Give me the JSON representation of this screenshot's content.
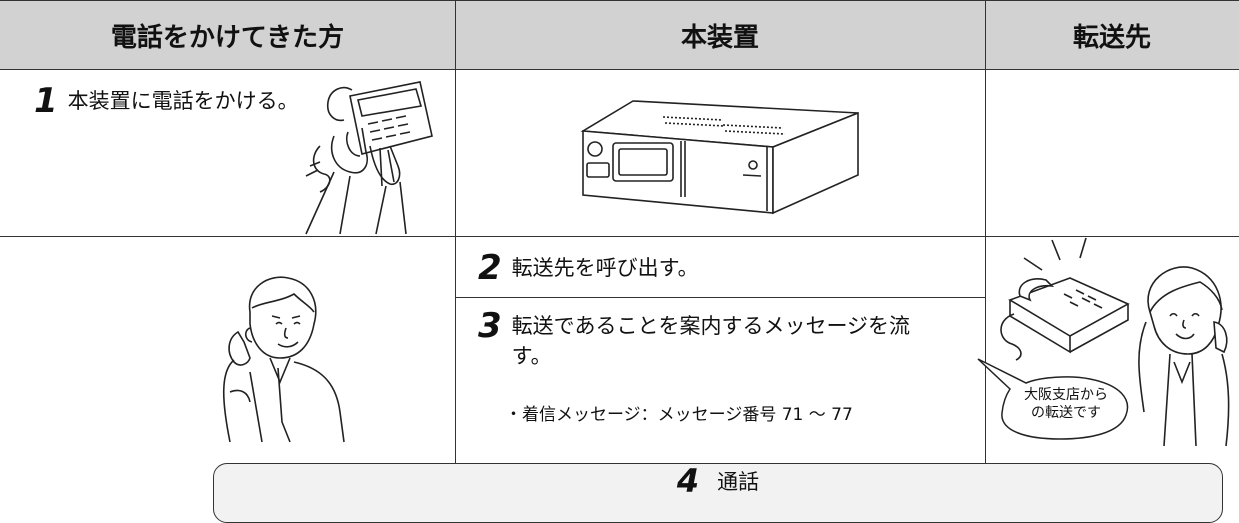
{
  "headers": {
    "caller": "電話をかけてきた方",
    "device": "本装置",
    "forward": "転送先"
  },
  "steps": [
    {
      "num": "1",
      "text": "本装置に電話をかける。"
    },
    {
      "num": "2",
      "text": "転送先を呼び出す。"
    },
    {
      "num": "3",
      "text_line1": "転送であることを案内するメッセージを流",
      "text_line2": "す。"
    },
    {
      "num": "4",
      "text": "通話"
    }
  ],
  "note": "・着信メッセージ：メッセージ番号 71 ～ 77",
  "bubble": {
    "line1": "大阪支店から",
    "line2": "の転送です"
  },
  "colors": {
    "header_bg": "#d2d2d2",
    "talk_bg": "#f2f2f2",
    "line": "#333333"
  }
}
